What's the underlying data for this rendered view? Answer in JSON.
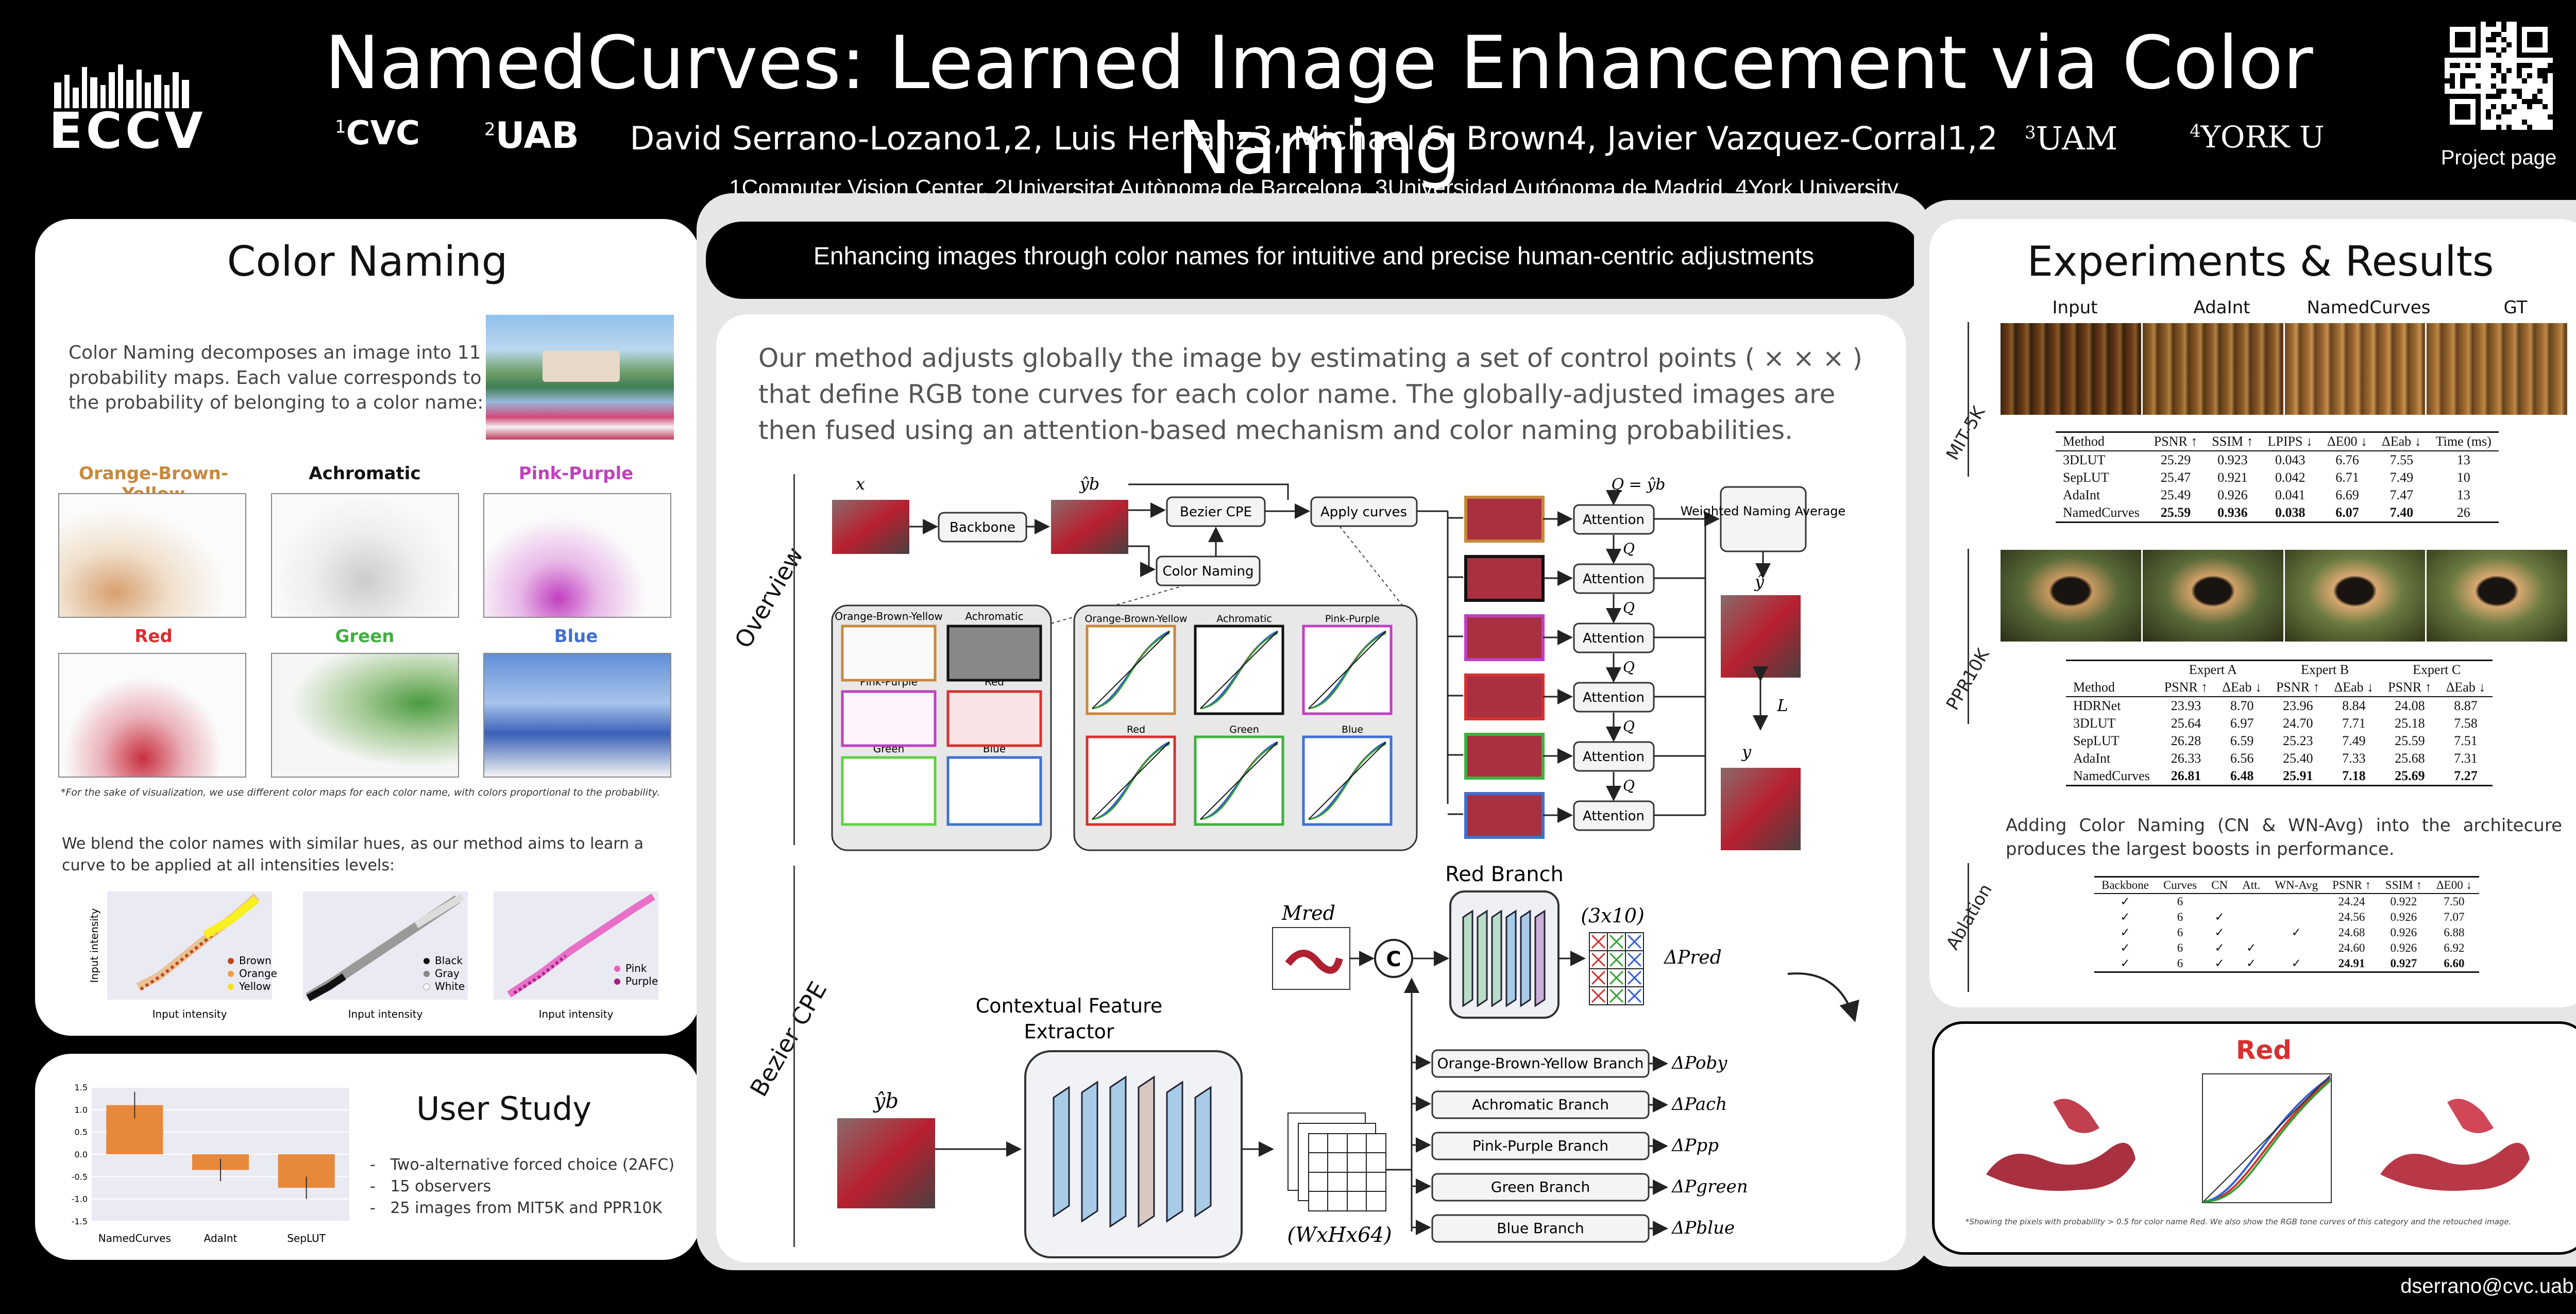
{
  "header": {
    "title": "NamedCurves: Learned Image Enhancement via Color Naming",
    "authors": "David Serrano-Lozano1,2, Luis Herranz3, Michael S. Brown4, Javier Vazquez-Corral1,2",
    "affiliations": "1Computer Vision Center, 2Universitat Autònoma de Barcelona, 3Universidad Autónoma de Madrid, 4York University",
    "tagline": "Enhancing images through color names for intuitive and precise human-centric adjustments",
    "conference_logo": "ECCV",
    "logo_cvc": "CVC",
    "logo_cvc_num": "1",
    "logo_uab": "UAB",
    "logo_uab_num": "2",
    "logo_uam": "UAM",
    "logo_uam_num": "3",
    "logo_york": "YORK U",
    "logo_york_num": "4",
    "qr_label": "Project page"
  },
  "color_naming": {
    "title": "Color Naming",
    "intro": "Color Naming decomposes an image into 11 probability maps. Each value corresponds to the probability of belonging to a color name:",
    "maps": [
      "Orange-Brown-Yellow",
      "Achromatic",
      "Pink-Purple",
      "Red",
      "Green",
      "Blue"
    ],
    "map_colors": [
      "#c8883c",
      "#111111",
      "#c040c0",
      "#d83030",
      "#40b040",
      "#4070d0"
    ],
    "footnote": "*For the sake of visualization, we use different color maps for each color name, with colors proportional to the probability.",
    "blend_text": "We blend the color names with similar hues, as our method aims to learn a curve to be applied at all intensities levels:",
    "ylabel": "Input intensity",
    "xlabel": "Input intensity",
    "legends": [
      [
        "Brown",
        "Orange",
        "Yellow"
      ],
      [
        "Black",
        "Gray",
        "White"
      ],
      [
        "Pink",
        "Purple"
      ]
    ]
  },
  "user_study": {
    "title": "User Study",
    "bullets": [
      "Two-alternative forced choice (2AFC)",
      "15 observers",
      "25 images from MIT5K and PPR10K"
    ],
    "chart_data": {
      "type": "bar",
      "categories": [
        "NamedCurves",
        "AdaInt",
        "SepLUT"
      ],
      "values": [
        1.1,
        -0.35,
        -0.75
      ],
      "errors": [
        0.3,
        0.25,
        0.25
      ],
      "ylim": [
        -1.5,
        1.5
      ],
      "yticks": [
        "1.5",
        "1.0",
        "0.5",
        "0.0",
        "-0.5",
        "-1.0",
        "-1.5"
      ],
      "color": "#e8883a"
    }
  },
  "method": {
    "description": "Our method adjusts globally the image by estimating a set of control points ( × × × ) that define RGB tone curves for each color name. The globally-adjusted images are then fused using an attention-based mechanism and color naming probabilities.",
    "overview_label": "Overview",
    "bezier_label": "Bezier CPE",
    "x_label": "x",
    "yb_label": "ŷb",
    "backbone": "Backbone",
    "bezier_cpe": "Bezier CPE",
    "apply_curves": "Apply curves",
    "color_naming_box": "Color Naming",
    "q_eq": "Q = ŷb",
    "attention": "Attention",
    "q": "Q",
    "weighted": "Weighted Naming Average",
    "yhat": "ŷ",
    "loss": "L",
    "y": "y",
    "cn_maps": [
      "Orange-Brown-Yellow",
      "Achromatic",
      "Pink-Purple",
      "Red",
      "Green",
      "Blue"
    ],
    "curve_labels": [
      "Orange-Brown-Yellow",
      "Achromatic",
      "Pink-Purple",
      "Red",
      "Green",
      "Blue"
    ],
    "cfe": "Contextual Feature Extractor",
    "whx64": "(WxHx64)",
    "mred": "Mred",
    "red_branch": "Red Branch",
    "grid_label": "(3x10)",
    "dpred": "ΔPred",
    "concat": "C",
    "branches": [
      "Orange-Brown-Yellow Branch",
      "Achromatic Branch",
      "Pink-Purple Branch",
      "Green Branch",
      "Blue Branch"
    ],
    "branch_outputs": [
      "ΔPoby",
      "ΔPach",
      "ΔPpp",
      "ΔPgreen",
      "ΔPblue"
    ]
  },
  "results": {
    "title": "Experiments & Results",
    "columns": [
      "Input",
      "AdaInt",
      "NamedCurves",
      "GT"
    ],
    "mit_label": "MIT-5K",
    "ppr_label": "PPR10K",
    "ablation_label": "Ablation",
    "mit_table": {
      "header": [
        "Method",
        "PSNR ↑",
        "SSIM ↑",
        "LPIPS ↓",
        "ΔE00 ↓",
        "ΔEab ↓",
        "Time (ms)"
      ],
      "rows": [
        [
          "3DLUT",
          "25.29",
          "0.923",
          "0.043",
          "6.76",
          "7.55",
          "13"
        ],
        [
          "SepLUT",
          "25.47",
          "0.921",
          "0.042",
          "6.71",
          "7.49",
          "10"
        ],
        [
          "AdaInt",
          "25.49",
          "0.926",
          "0.041",
          "6.69",
          "7.47",
          "13"
        ],
        [
          "NamedCurves",
          "25.59",
          "0.936",
          "0.038",
          "6.07",
          "7.40",
          "26"
        ]
      ]
    },
    "ppr_table": {
      "groups": [
        "Expert A",
        "Expert B",
        "Expert C"
      ],
      "header": [
        "Method",
        "PSNR ↑",
        "ΔEab ↓",
        "PSNR ↑",
        "ΔEab ↓",
        "PSNR ↑",
        "ΔEab ↓"
      ],
      "rows": [
        [
          "HDRNet",
          "23.93",
          "8.70",
          "23.96",
          "8.84",
          "24.08",
          "8.87"
        ],
        [
          "3DLUT",
          "25.64",
          "6.97",
          "24.70",
          "7.71",
          "25.18",
          "7.58"
        ],
        [
          "SepLUT",
          "26.28",
          "6.59",
          "25.23",
          "7.49",
          "25.59",
          "7.51"
        ],
        [
          "AdaInt",
          "26.33",
          "6.56",
          "25.40",
          "7.33",
          "25.68",
          "7.31"
        ],
        [
          "NamedCurves",
          "26.81",
          "6.48",
          "25.91",
          "7.18",
          "25.69",
          "7.27"
        ]
      ]
    },
    "ablation_text": "Adding Color Naming (CN & WN-Avg) into the architecure produces the largest boosts in performance.",
    "ablation_table": {
      "header": [
        "Backbone",
        "Curves",
        "CN",
        "Att.",
        "WN-Avg",
        "PSNR ↑",
        "SSIM ↑",
        "ΔE00 ↓"
      ],
      "rows": [
        [
          "✓",
          "6",
          "",
          "",
          "",
          "24.24",
          "0.922",
          "7.50"
        ],
        [
          "✓",
          "6",
          "✓",
          "",
          "",
          "24.56",
          "0.926",
          "7.07"
        ],
        [
          "✓",
          "6",
          "✓",
          "",
          "✓",
          "24.68",
          "0.926",
          "6.88"
        ],
        [
          "✓",
          "6",
          "✓",
          "✓",
          "",
          "24.60",
          "0.926",
          "6.92"
        ],
        [
          "✓",
          "6",
          "✓",
          "✓",
          "✓",
          "24.91",
          "0.927",
          "6.60"
        ]
      ]
    },
    "red_title": "Red",
    "red_footnote": "*Showing the pixels with probability > 0.5 for color name Red. We also show the RGB tone curves of this category and the retouched image."
  },
  "footer": {
    "email": "dserrano@cvc.uab.cat"
  }
}
